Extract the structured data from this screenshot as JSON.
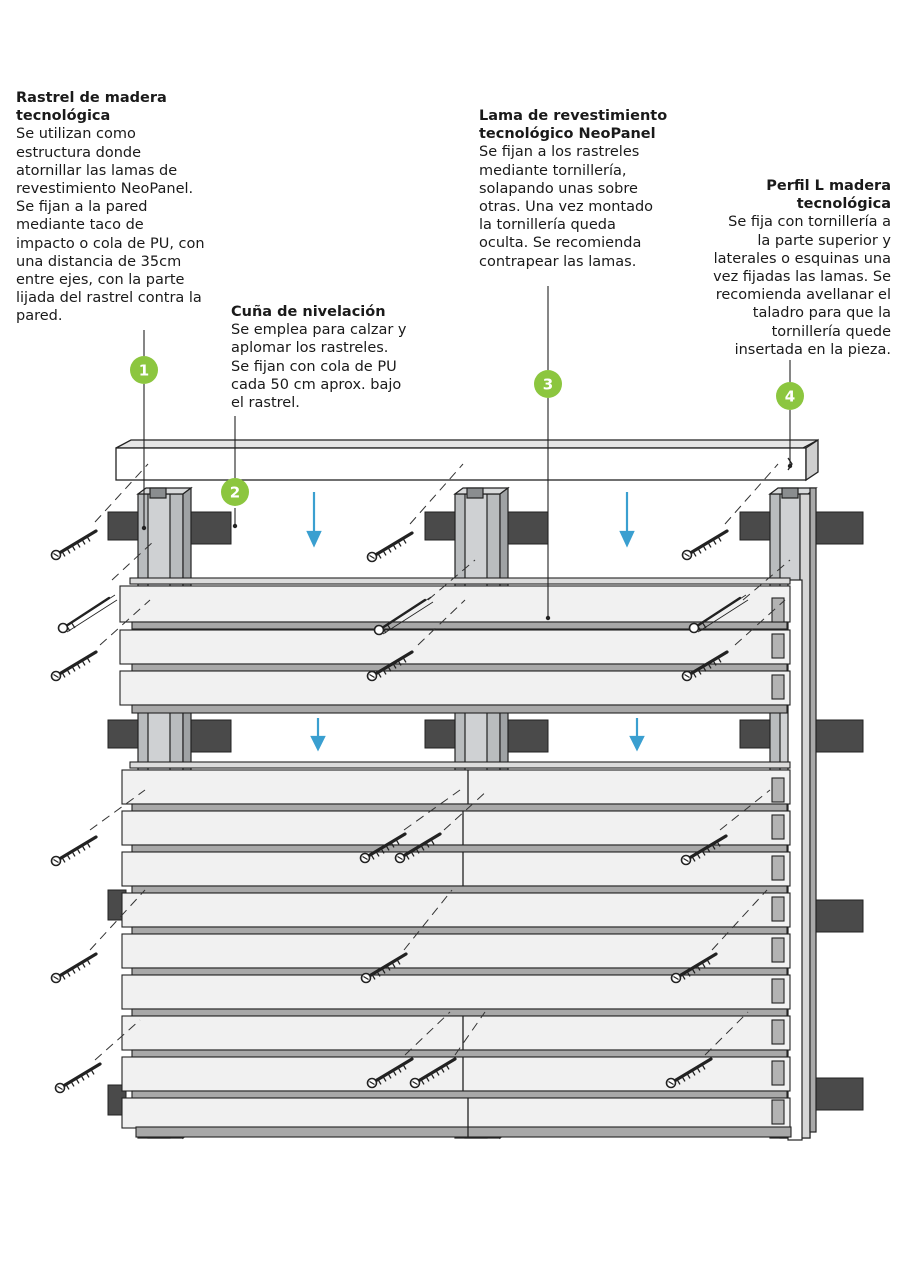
{
  "callouts": [
    {
      "number": "1",
      "title": "Rastrel de madera\ntecnológica",
      "body": "Se utilizan como\nestructura donde\natornillar las lamas de\nrevestimiento NeoPanel.\nSe fijan a la pared\nmediante taco de\nimpacto o cola de PU, con\nuna distancia de 35cm\nentre ejes, con la parte\nlijada del rastrel contra la\npared."
    },
    {
      "number": "2",
      "title": "Cuña de nivelación",
      "body": "Se emplea para calzar y\naplomar los rastreles.\nSe fijan con cola de PU\ncada 50 cm aprox. bajo\nel rastrel."
    },
    {
      "number": "3",
      "title": "Lama de revestimiento\ntecnológico NeoPanel",
      "body": "Se fijan a los rastreles\nmediante tornillería,\nsolapando unas sobre\notras. Una vez montado\nla tornillería queda\noculta. Se recomienda\ncontrapear las lamas."
    },
    {
      "number": "4",
      "title": "Perfil L madera\ntecnológica",
      "body": "Se fija con tornillería a\nla parte superior y\nlaterales o esquinas una\nvez fijadas las lamas. Se\nrecomienda avellanar el\ntaladro para que la\ntornillería quede\ninsertada en la pieza."
    }
  ],
  "colors": {
    "badge": "#8cc63f",
    "arrow": "#3a9fd0",
    "wedge": "#4a4a4a",
    "batten": "#b9bcbe",
    "slat": "#f1f1f1",
    "slat_shadow": "#a8a8a8",
    "outline": "#222222"
  },
  "icons": [
    "screw-icon",
    "arrow-down-icon",
    "callout-badge"
  ]
}
